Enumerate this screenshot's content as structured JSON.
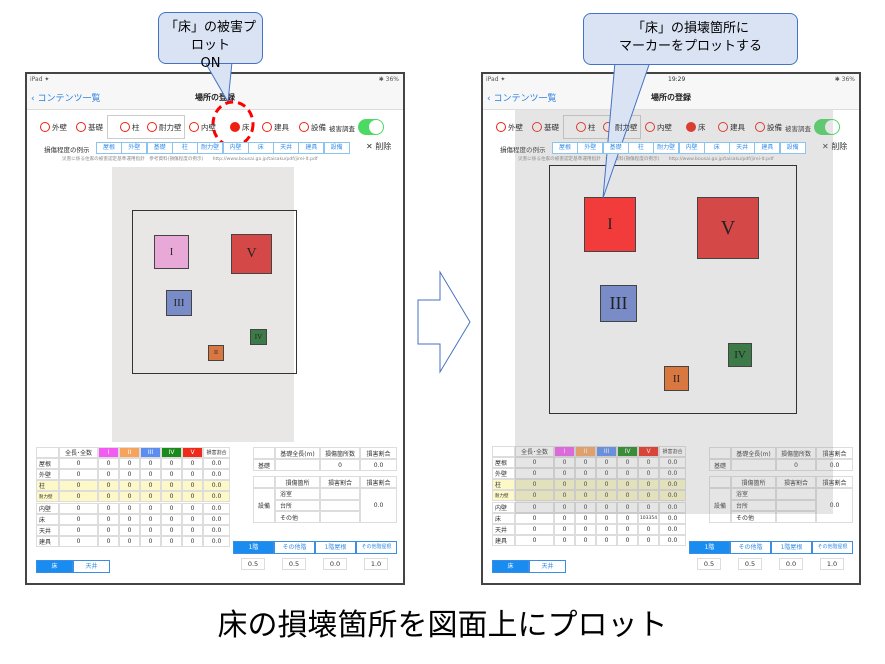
{
  "caption": "床の損壊箇所を図面上にプロット",
  "callouts": [
    {
      "lines": [
        "「床」の被害プロット",
        "ON"
      ]
    },
    {
      "lines": [
        "「床」の損壊箇所に",
        "マーカーをプロットする"
      ]
    }
  ],
  "colors": {
    "radio": "#f02010",
    "toggle": "#4cd964",
    "accent": "#1a8cf0",
    "I": "#f25cf2",
    "II": "#f7a35c",
    "III": "#5c8ef2",
    "IV": "#1a8a1a",
    "V": "#f02a1a"
  },
  "screens": [
    {
      "status_left": "iPad ✦",
      "time": "",
      "battery": "✱ 36%",
      "back": "コンテンツ一覧",
      "title": "場所の登録",
      "radios": [
        "外壁",
        "基礎",
        "柱",
        "耐力壁",
        "内壁",
        "床",
        "建具",
        "設備"
      ],
      "selected": "床",
      "survey_label": "被害調査",
      "example_label": "損傷程度の例示",
      "examples": [
        "屋根",
        "外壁",
        "基礎",
        "柱",
        "耐力壁",
        "内壁",
        "床",
        "天井",
        "建具",
        "設備"
      ],
      "delete": "削除",
      "reference": "災害に係る住家の被害認定基準運用指針　参考資料(損傷程度の例示)　　http://www.bousai.go.jp/taisaku/pdf/jirei-lt.pdf",
      "table_head": [
        "",
        "全長･全数",
        "I",
        "II",
        "III",
        "IV",
        "V",
        "損害割合"
      ],
      "rows": [
        [
          "屋根",
          "0",
          "0",
          "0",
          "0",
          "0",
          "0",
          "0.0"
        ],
        [
          "外壁",
          "0",
          "0",
          "0",
          "0",
          "0",
          "0",
          "0.0"
        ],
        [
          "柱",
          "0",
          "0",
          "0",
          "0",
          "0",
          "0",
          "0.0"
        ],
        [
          "耐力壁",
          "0",
          "0",
          "0",
          "0",
          "0",
          "0",
          "0.0"
        ],
        [
          "内壁",
          "0",
          "0",
          "0",
          "0",
          "0",
          "0",
          "0.0"
        ],
        [
          "床",
          "0",
          "0",
          "0",
          "0",
          "0",
          "0",
          "0.0"
        ],
        [
          "天井",
          "0",
          "0",
          "0",
          "0",
          "0",
          "0",
          "0.0"
        ],
        [
          "建具",
          "0",
          "0",
          "0",
          "0",
          "0",
          "0",
          "0.0"
        ]
      ],
      "kiso_head": [
        "",
        "基礎全長(m)",
        "損傷箇所数",
        "損害割合"
      ],
      "kiso_row": [
        "基礎",
        "",
        "0",
        "0.0"
      ],
      "setsubi_head": [
        "",
        "損傷箇所",
        "損害割合",
        "損害割合"
      ],
      "setsubi_label": "設備",
      "setsubi_items": [
        "浴室",
        "台所",
        "その他"
      ],
      "setsubi_ratio": "0.0",
      "floors": [
        "1階",
        "その他階",
        "1階屋根",
        "その他階屋根"
      ],
      "floor_values": [
        "0.5",
        "0.5",
        "0.0",
        "1.0"
      ],
      "bottom_tabs": [
        "床",
        "天井"
      ],
      "markers": [
        "I",
        "V",
        "III",
        "IV",
        "II"
      ]
    },
    {
      "status_left": "iPad ✦",
      "time": "19:29",
      "battery": "✱ 36%",
      "back": "コンテンツ一覧",
      "title": "場所の登録",
      "radios": [
        "外壁",
        "基礎",
        "柱",
        "耐力壁",
        "内壁",
        "床",
        "建具",
        "設備"
      ],
      "selected": "床",
      "survey_label": "被害調査",
      "example_label": "損傷程度の例示",
      "examples": [
        "屋根",
        "外壁",
        "基礎",
        "柱",
        "耐力壁",
        "内壁",
        "床",
        "天井",
        "建具",
        "設備"
      ],
      "delete": "削除",
      "reference": "災害に係る住家の被害認定基準運用指針　参考資料(損傷程度の例示)　　http://www.bousai.go.jp/taisaku/pdf/jirei-lt.pdf",
      "table_head": [
        "",
        "全長･全数",
        "I",
        "II",
        "III",
        "IV",
        "V",
        "損害割合"
      ],
      "rows": [
        [
          "屋根",
          "0",
          "0",
          "0",
          "0",
          "0",
          "0",
          "0.0"
        ],
        [
          "外壁",
          "0",
          "0",
          "0",
          "0",
          "0",
          "0",
          "0.0"
        ],
        [
          "柱",
          "0",
          "0",
          "0",
          "0",
          "0",
          "0",
          "0.0"
        ],
        [
          "耐力壁",
          "0",
          "0",
          "0",
          "0",
          "0",
          "0",
          "0.0"
        ],
        [
          "内壁",
          "0",
          "0",
          "0",
          "0",
          "0",
          "0",
          "0.0"
        ],
        [
          "床",
          "0",
          "0",
          "0",
          "0",
          "0",
          "103354",
          "0.0"
        ],
        [
          "天井",
          "0",
          "0",
          "0",
          "0",
          "0",
          "0",
          "0.0"
        ],
        [
          "建具",
          "0",
          "0",
          "0",
          "0",
          "0",
          "0",
          "0.0"
        ]
      ],
      "kiso_head": [
        "",
        "基礎全長(m)",
        "損傷箇所数",
        "損害割合"
      ],
      "kiso_row": [
        "基礎",
        "",
        "0",
        "0.0"
      ],
      "setsubi_head": [
        "",
        "損傷箇所",
        "損害割合",
        "損害割合"
      ],
      "setsubi_label": "設備",
      "setsubi_items": [
        "浴室",
        "台所",
        "その他"
      ],
      "setsubi_ratio": "0.0",
      "floors": [
        "1階",
        "その他階",
        "1階屋根",
        "その他階屋根"
      ],
      "floor_values": [
        "0.5",
        "0.5",
        "0.0",
        "1.0"
      ],
      "bottom_tabs": [
        "床",
        "天井"
      ],
      "markers": [
        "I",
        "V",
        "III",
        "IV",
        "II"
      ]
    }
  ]
}
